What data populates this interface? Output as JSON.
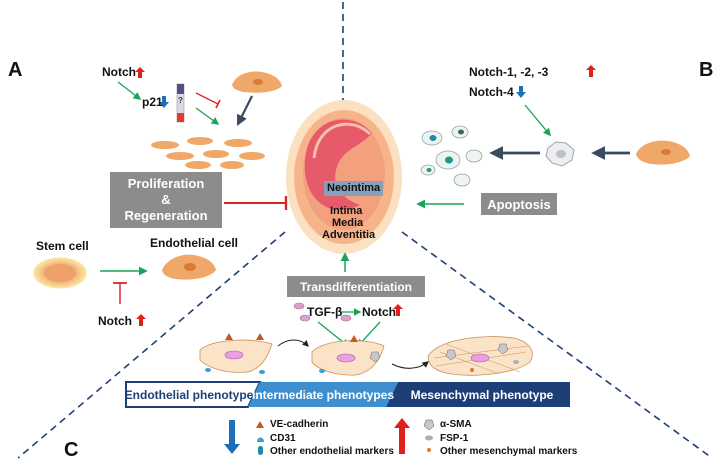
{
  "panels": {
    "a": "A",
    "b": "B",
    "c": "C"
  },
  "section_a": {
    "notch_label": "Notch",
    "p21_label": "p21",
    "question_mark": "?",
    "process_box": [
      "Proliferation",
      "&",
      "Regeneration"
    ],
    "stem_cell_label": "Stem cell",
    "endothelial_cell_label": "Endothelial cell",
    "notch_inhibit_label": "Notch"
  },
  "section_b": {
    "notch_up_label": "Notch-1, -2, -3",
    "notch_down_label": "Notch-4",
    "apoptosis_box": "Apoptosis"
  },
  "vessel": {
    "neointima": "Neointima",
    "layers": [
      "Intima",
      "Media",
      "Adventitia"
    ]
  },
  "section_c": {
    "transdiff_box": "Transdifferentiation",
    "tgf_label": "TGF-β",
    "notch_label": "Notch",
    "phenotypes": [
      "Endothelial  phenotype",
      "Intermediate phenotypes",
      "Mesenchymal phenotype"
    ],
    "legend_endothelial": [
      "VE-cadherin",
      "CD31",
      "Other endothelial markers"
    ],
    "legend_mesenchymal": [
      "α-SMA",
      "FSP-1",
      "Other mesenchymal markers"
    ]
  },
  "colors": {
    "up_arrow": "#e0201a",
    "down_arrow": "#1f6fb8",
    "activation": "#1aa45a",
    "inhibition": "#d9262a",
    "process_box": "#8c8c8c",
    "cell_fill": "#f0a868",
    "vessel_outer": "#f7c9a0",
    "vessel_inner": "#e75a6a",
    "divider": "#1f3f78",
    "phenotype_mid": "#3d8fd0",
    "phenotype_dark": "#1d3f78"
  }
}
